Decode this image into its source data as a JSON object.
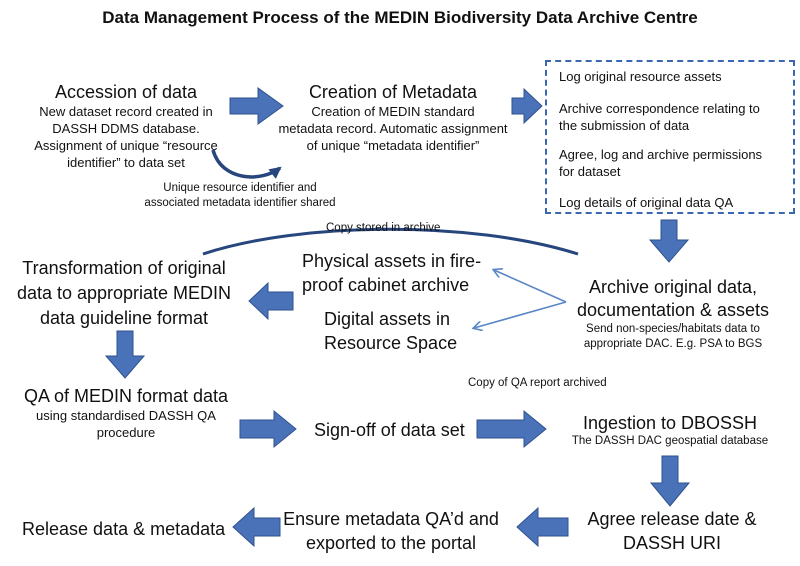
{
  "title": "Data Management Process of the MEDIN Biodiversity Data Archive Centre",
  "accession": {
    "heading": "Accession of data",
    "body": [
      "New dataset record created in",
      "DASSH DDMS database.",
      "Assignment of unique “resource",
      "identifier” to data set"
    ]
  },
  "metadata": {
    "heading": "Creation of Metadata",
    "body": [
      "Creation of MEDIN standard",
      "metadata record. Automatic assignment",
      "of unique “metadata identifier”"
    ]
  },
  "shared_note": [
    "Unique resource identifier and",
    "associated metadata identifier shared"
  ],
  "log_list": {
    "items": [
      [
        "Log original resource assets"
      ],
      [
        "Archive correspondence relating to",
        "the submission of data"
      ],
      [
        "Agree, log and archive permissions",
        "for dataset"
      ],
      [
        "Log details of original data QA"
      ]
    ]
  },
  "copy_stored": "Copy stored in archive",
  "transformation": [
    "Transformation of original",
    "data to appropriate MEDIN",
    "data guideline format"
  ],
  "physical_assets": [
    "Physical assets in fire-",
    "proof cabinet archive"
  ],
  "digital_assets": [
    "Digital assets in",
    "Resource Space"
  ],
  "archive": {
    "heading": [
      "Archive original data,",
      "documentation & assets"
    ],
    "body": [
      "Send non-species/habitats data to",
      "appropriate DAC.  E.g. PSA to BGS"
    ]
  },
  "copy_qa": "Copy of QA report archived",
  "qa": {
    "heading": "QA of MEDIN format data",
    "body": [
      "using standardised DASSH QA",
      "procedure"
    ]
  },
  "signoff": "Sign-off of data set",
  "ingestion": {
    "heading": "Ingestion to DBOSSH",
    "body": "The DASSH DAC geospatial database"
  },
  "release": "Release data & metadata",
  "ensure": [
    "Ensure metadata QA’d and",
    "exported to the portal"
  ],
  "agree": [
    "Agree release date &",
    "DASSH URI"
  ],
  "colors": {
    "arrow_fill": "#4a72b8",
    "arrow_stroke": "#2f528f",
    "dash": "#3a68b0",
    "curve": "#27467e",
    "thin_arrow": "#5b87c7"
  }
}
